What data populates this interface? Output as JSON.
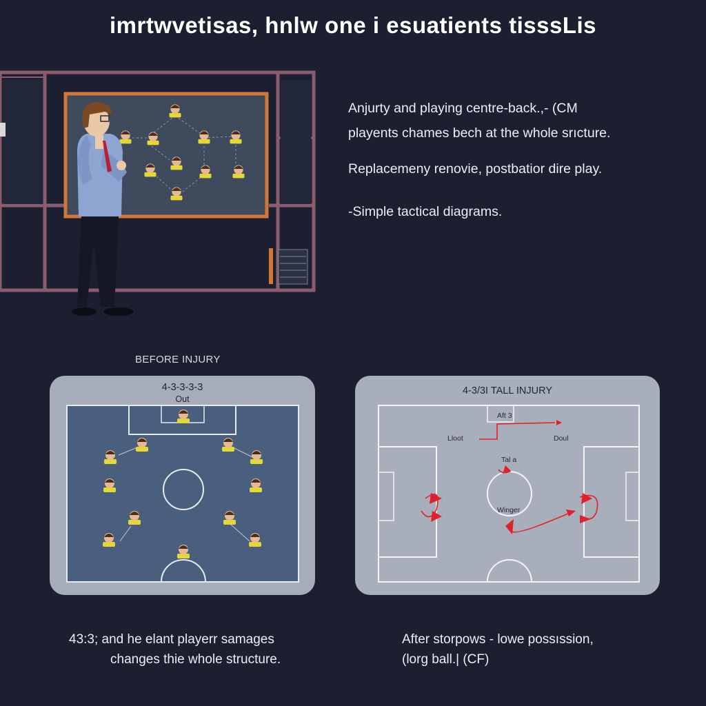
{
  "header": {
    "title": "imrtwvetisas, hnlw one i esuatients tisssLis"
  },
  "bullets": [
    "Anjurty and playing centre-back.,- (CM",
    "playents chames bech at the whole srıcture.",
    "Replacemeny renovie, postbatior dire play.",
    "-Simple tactical diagrams."
  ],
  "before_section": {
    "label": "BEFORE INJURY",
    "formation": "4-3-3-3-3",
    "subtitle": "Out",
    "pitch_color": "#4a5f7e"
  },
  "after_section": {
    "title": "4-3/3I TALL INJURY",
    "labels": {
      "top": "Aft 3",
      "left": "Lloot",
      "right": "Doul",
      "center_top": "Tal a",
      "center": "Winger"
    },
    "arrow_color": "#e0202a"
  },
  "captions": {
    "left_line1": "43:3; and he elant playerr samages",
    "left_line2": "changes thie whole structure.",
    "right_line1": "After storpows - lowe possıssion,",
    "right_line2": "(lorg ball.| (CF)"
  },
  "colors": {
    "background": "#1b1f30",
    "board_frame": "#d2773a",
    "board_surface": "#404a5d",
    "shelf": "#8a5c6e",
    "player_shirt": "#e3d836"
  }
}
